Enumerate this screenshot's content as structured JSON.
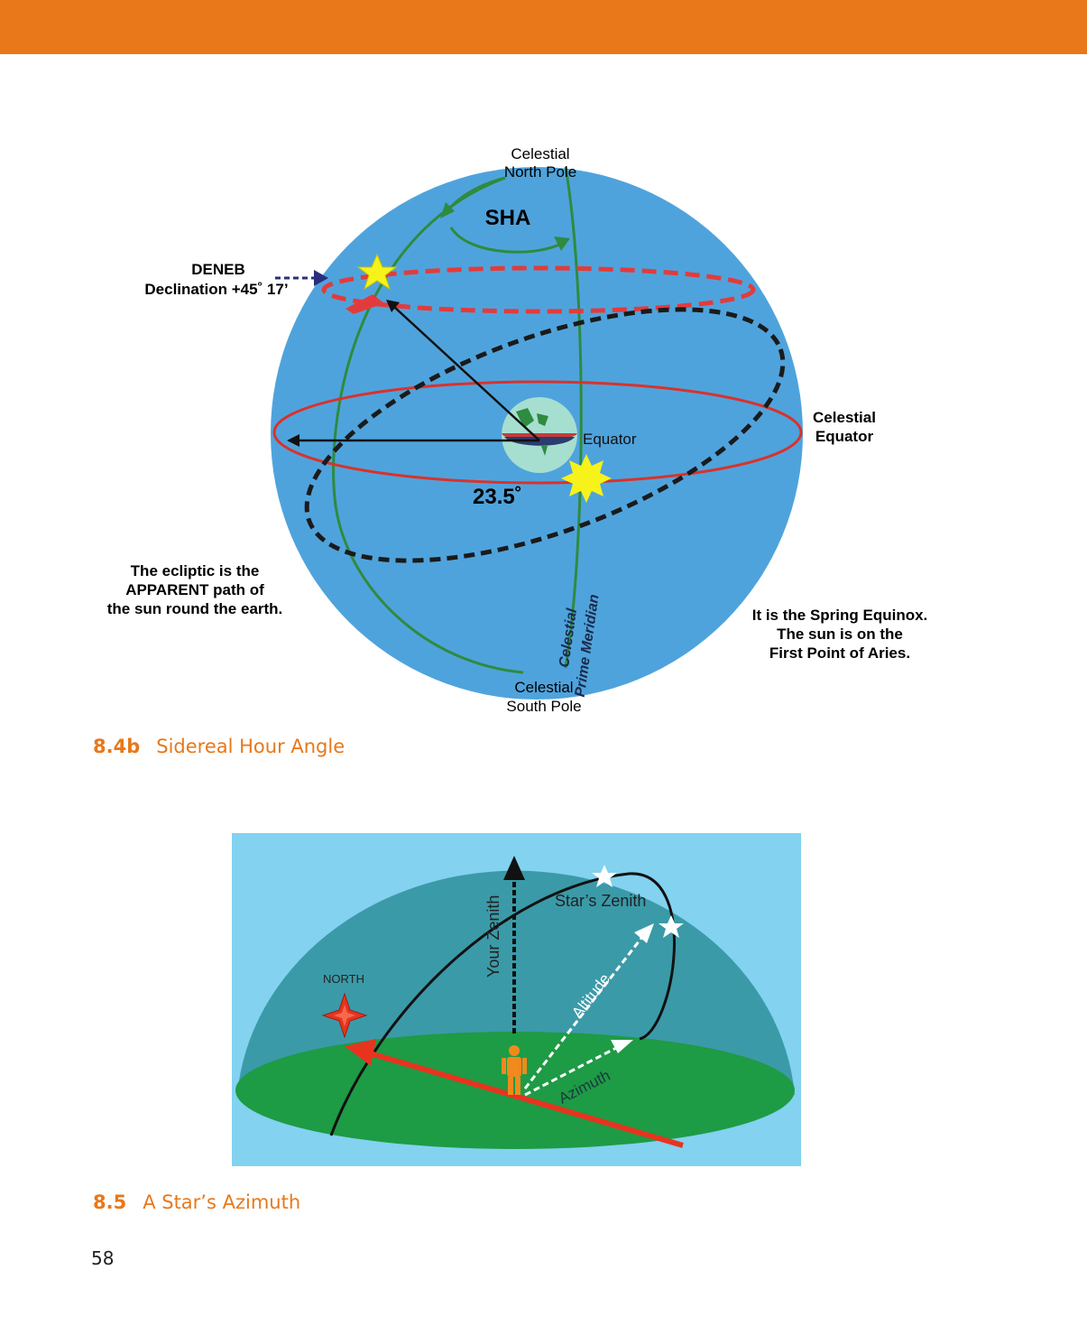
{
  "figure_a": {
    "labels": {
      "north_pole": [
        "Celestial",
        "North Pole"
      ],
      "south_pole": [
        "Celestial",
        "South Pole"
      ],
      "sha": "SHA",
      "deneb_name": "DENEB",
      "deneb_declination": "Declination +45˚ 17’",
      "celestial_equator": [
        "Celestial",
        "Equator"
      ],
      "equator": "Equator",
      "tilt": "23.5˚",
      "prime_meridian": [
        "Celestial",
        "Prime Meridian"
      ],
      "ecliptic_note": [
        "The ecliptic is the",
        "APPARENT path of",
        "the sun round the earth."
      ],
      "equinox_note": [
        "It is the Spring Equinox.",
        "The sun is on the",
        "First Point of Aries."
      ]
    },
    "colors": {
      "sphere": "#4fa3dc",
      "meridian": "#2e8b3f",
      "equator_line": "#d9322c",
      "deneb_path": "#e33b3b",
      "ecliptic": "#1a1a1a",
      "star": "#f6f21a"
    },
    "caption": {
      "number": "8.4b",
      "text": "Sidereal Hour Angle"
    }
  },
  "figure_b": {
    "labels": {
      "north": "NORTH",
      "your_zenith": "Your Zenith",
      "stars_zenith": "Star’s Zenith",
      "altitude": "Altitude",
      "azimuth": "Azimuth"
    },
    "colors": {
      "sky": "#82d2f0",
      "dome": "#3b9aa8",
      "ground": "#1e9b45",
      "north_arrow": "#e8331f",
      "observer": "#f08a1c"
    },
    "caption": {
      "number": "8.5",
      "text": "A Star’s Azimuth"
    }
  },
  "page_number": "58"
}
